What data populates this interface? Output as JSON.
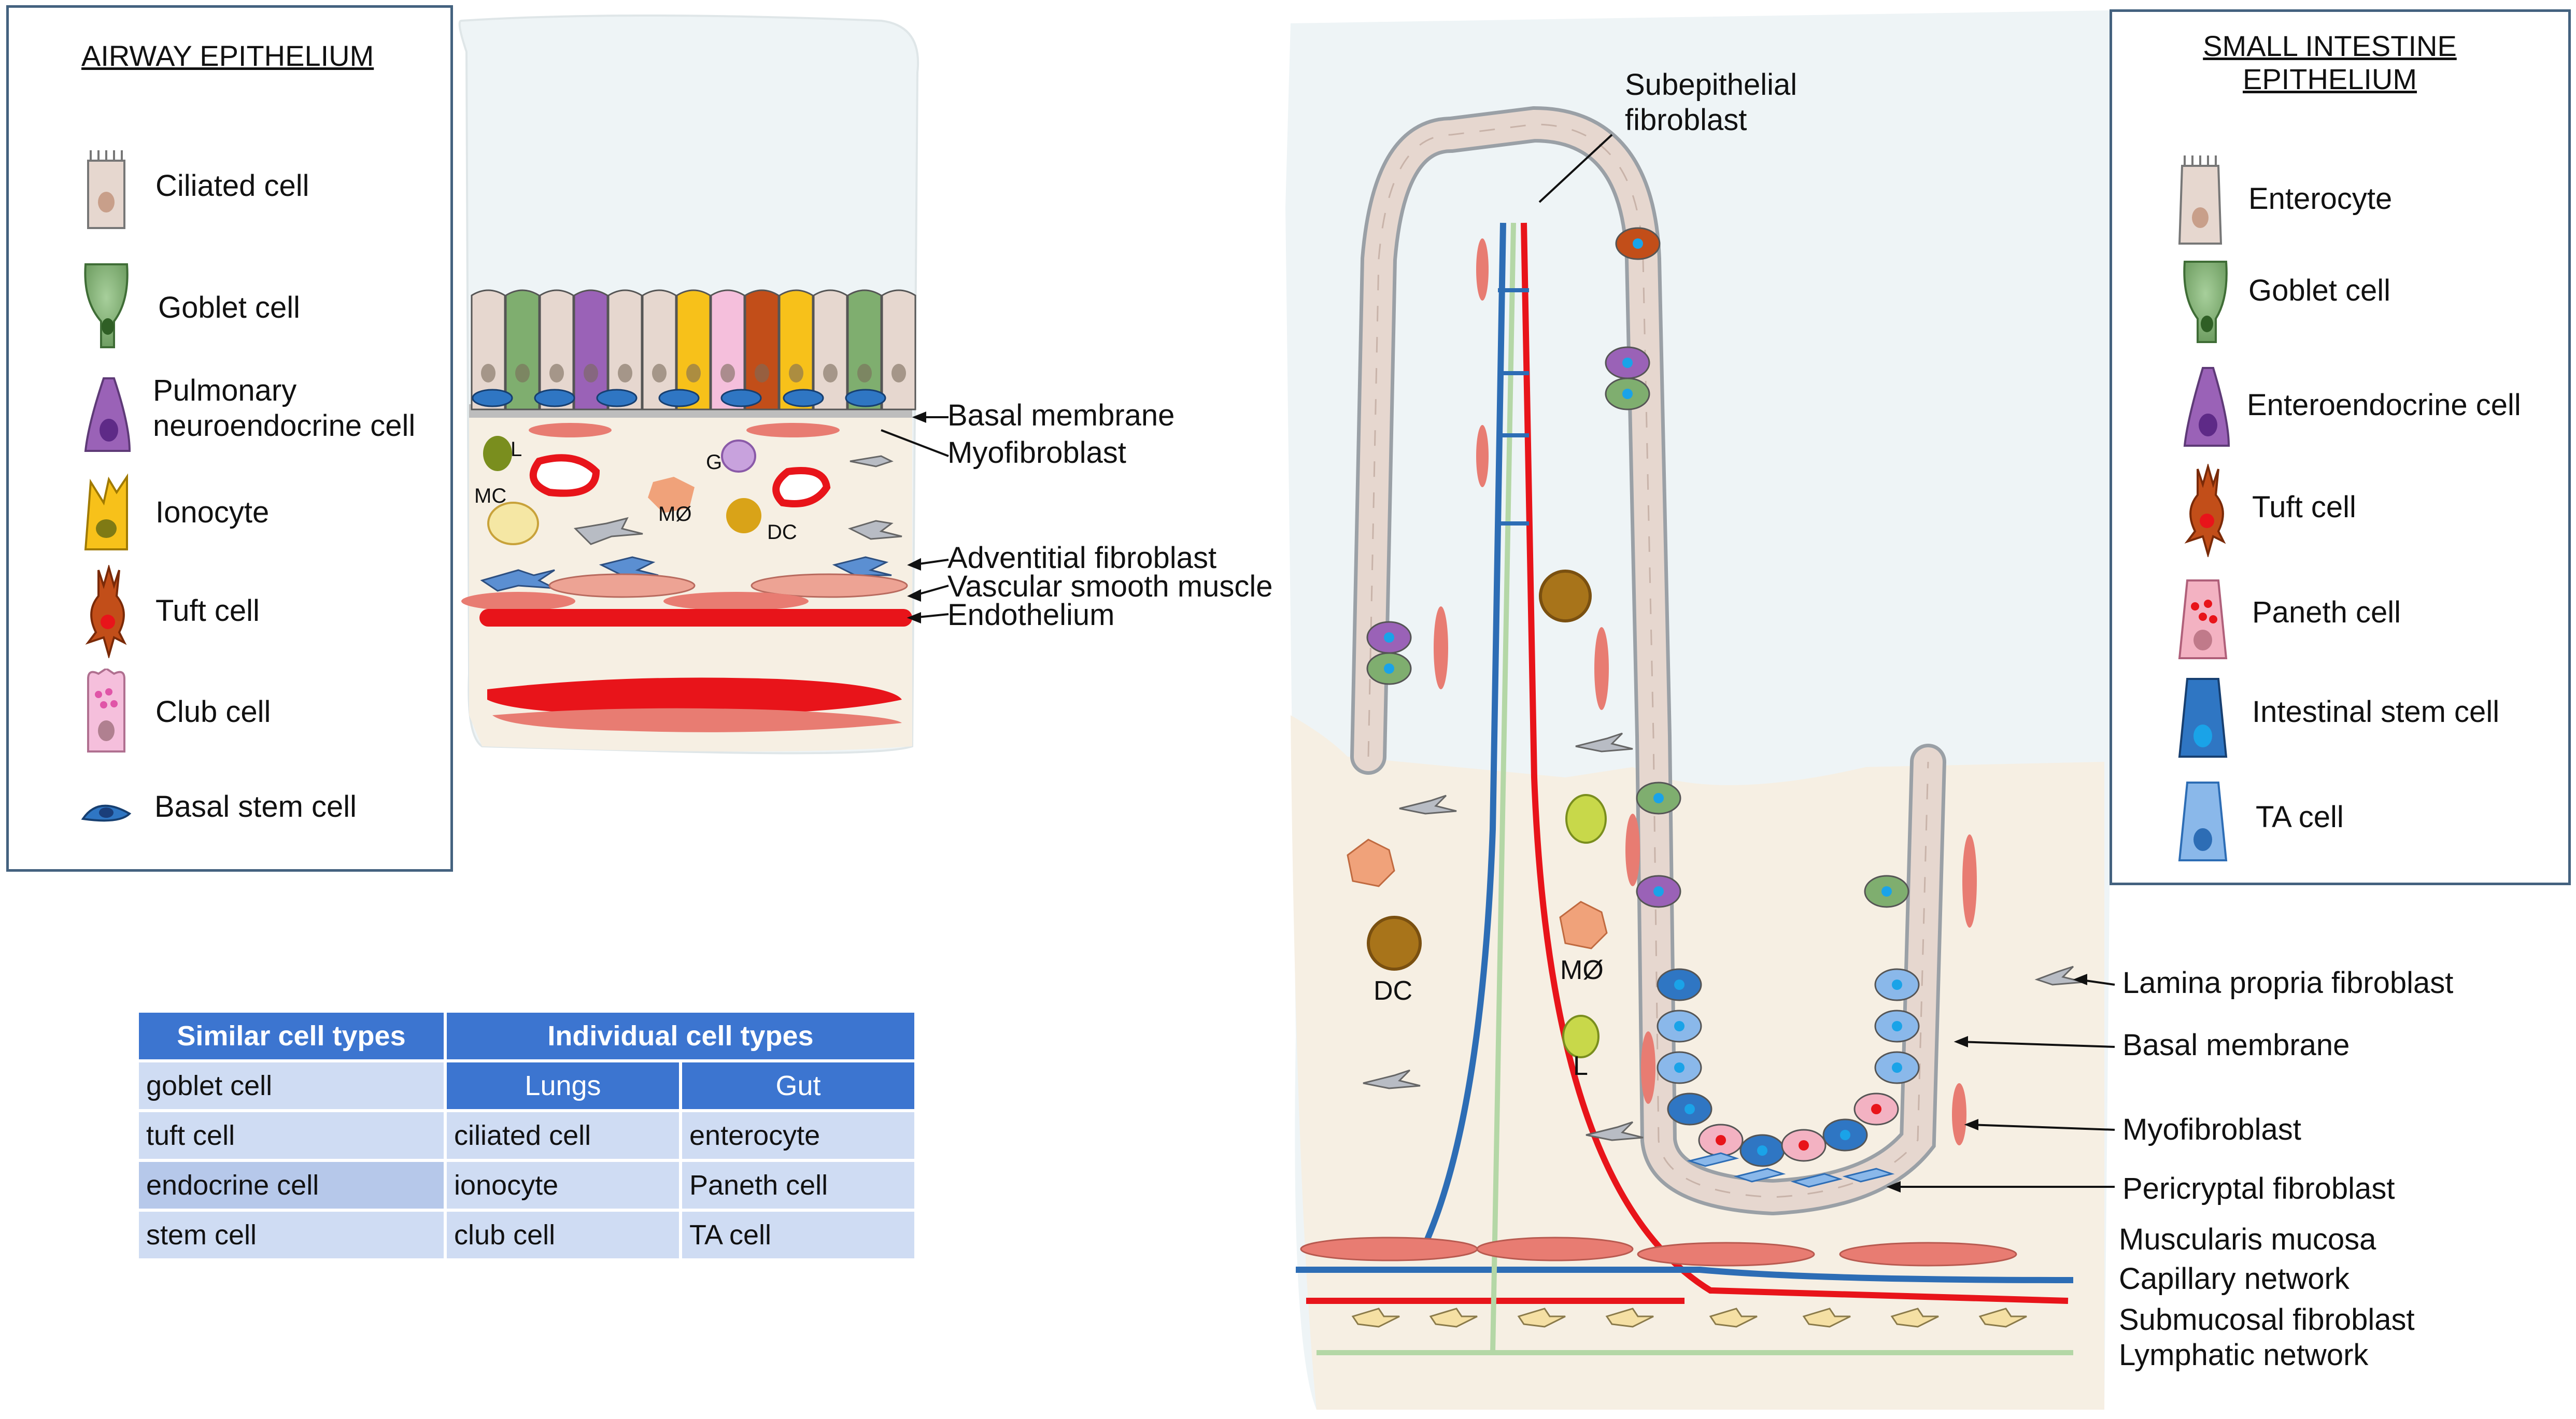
{
  "airway_box": {
    "title": "AIRWAY EPITHELIUM",
    "items": [
      {
        "label": "Ciliated cell",
        "color": "#e6d7cf"
      },
      {
        "label": "Goblet cell",
        "color": "#7fae6f"
      },
      {
        "label": "Pulmonary\nneuroendocrine cell",
        "color": "#9a62b7"
      },
      {
        "label": "Ionocyte",
        "color": "#f7c11a"
      },
      {
        "label": "Tuft cell",
        "color": "#c24e19"
      },
      {
        "label": "Club cell",
        "color": "#f5bfdc"
      },
      {
        "label": "Basal stem cell",
        "color": "#2f76c3"
      }
    ]
  },
  "intestine_box": {
    "title": "SMALL INTESTINE\nEPITHELIUM",
    "items": [
      {
        "label": "Enterocyte",
        "color": "#e6d7cf"
      },
      {
        "label": "Goblet cell",
        "color": "#7fae6f"
      },
      {
        "label": "Enteroendocrine cell",
        "color": "#9a62b7"
      },
      {
        "label": "Tuft cell",
        "color": "#c24e19"
      },
      {
        "label": "Paneth cell",
        "color": "#f3b2c2"
      },
      {
        "label": "Intestinal stem cell",
        "color": "#2f76c3"
      },
      {
        "label": "TA cell",
        "color": "#8ab8ea"
      }
    ]
  },
  "airway_labels": {
    "basal_membrane": "Basal membrane",
    "myofibroblast": "Myofibroblast",
    "adventitial_fibroblast": "Adventitial fibroblast",
    "vascular_smooth_muscle": "Vascular smooth muscle",
    "endothelium": "Endothelium",
    "L": "L",
    "G": "G",
    "MC": "MC",
    "MO": "MØ",
    "DC": "DC"
  },
  "intestine_labels": {
    "subepithelial_fibroblast": "Subepithelial\nfibroblast",
    "lamina_propria_fibroblast": "Lamina propria fibroblast",
    "basal_membrane": "Basal membrane",
    "myofibroblast": "Myofibroblast",
    "pericryptal_fibroblast": "Pericryptal fibroblast",
    "muscularis_mucosa": "Muscularis mucosa",
    "capillary_network": "Capillary network",
    "submucosal_fibroblast": "Submucosal fibroblast",
    "lymphatic_network": "Lymphatic network",
    "DC": "DC",
    "MO": "MØ",
    "L": "L"
  },
  "table": {
    "header_similar": "Similar cell types",
    "header_individual": "Individual cell types",
    "sub_lungs": "Lungs",
    "sub_gut": "Gut",
    "rows": [
      {
        "similar": "goblet cell",
        "lungs": "",
        "gut": ""
      },
      {
        "similar": "tuft cell",
        "lungs": "ciliated cell",
        "gut": "enterocyte"
      },
      {
        "similar": "endocrine cell",
        "lungs": "ionocyte",
        "gut": "Paneth cell"
      },
      {
        "similar": "stem cell",
        "lungs": "club cell",
        "gut": "TA cell"
      }
    ]
  },
  "colors": {
    "box_border": "#44627f",
    "lumen": "#eaf2f5",
    "tissue": "#f6efe3",
    "blood_red": "#e8141a",
    "blood_blue": "#2d6db5",
    "lymph_green": "#b4d7a6",
    "table_header": "#3c75d0",
    "table_cell": "#cfdcf3"
  }
}
